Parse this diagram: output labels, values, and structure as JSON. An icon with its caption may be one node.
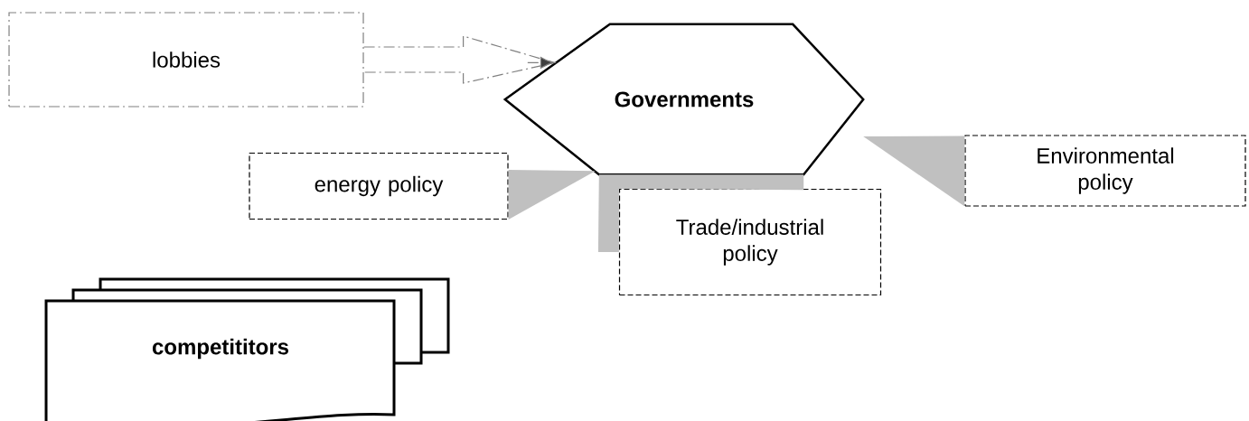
{
  "diagram": {
    "nodes": [
      {
        "text": [
          "lobbies"
        ]
      },
      {
        "text": [
          "Governments"
        ]
      },
      {
        "text": [
          "energy policy"
        ]
      },
      {
        "text": [
          "Trade/industrial policy"
        ]
      },
      {
        "text": [
          "Environmental policy"
        ]
      },
      {
        "text": [
          "competititors"
        ]
      }
    ],
    "edges": [
      {
        "from": 0,
        "to": 1,
        "arrow": "to",
        "style": "dashed"
      },
      {
        "from": 2,
        "to": 1,
        "arrow": "to",
        "style": "thick",
        "color": "#c0c0c0"
      },
      {
        "from": 3,
        "to": 1,
        "arrow": "none",
        "style": "thick",
        "color": "#c0c0c0"
      },
      {
        "from": 4,
        "to": 1,
        "arrow": "to",
        "style": "thick",
        "color": "#c0c0c0"
      }
    ]
  }
}
